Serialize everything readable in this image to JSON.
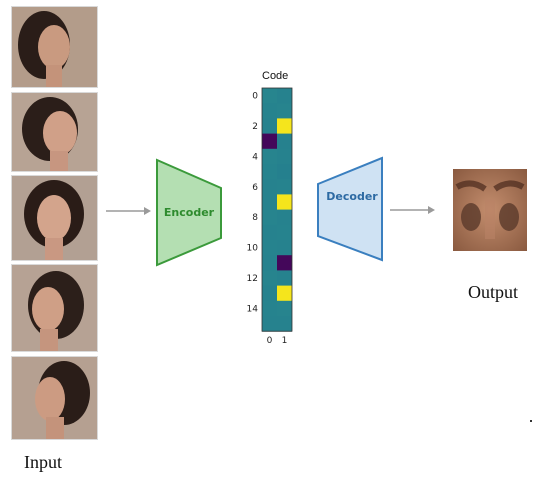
{
  "input_label": "Input",
  "output_label": "Output",
  "encoder_label": "Encoder",
  "decoder_label": "Decoder",
  "code_title": "Code",
  "code_y_ticks": [
    "0",
    "2",
    "4",
    "6",
    "8",
    "10",
    "12",
    "14"
  ],
  "code_x_ticks": [
    "0",
    "1"
  ],
  "code_matrix": [
    [
      0.45,
      0.4
    ],
    [
      0.42,
      0.44
    ],
    [
      0.4,
      1.0
    ],
    [
      0.05,
      0.38
    ],
    [
      0.44,
      0.4
    ],
    [
      0.42,
      0.35
    ],
    [
      0.4,
      0.42
    ],
    [
      0.4,
      1.0
    ],
    [
      0.44,
      0.4
    ],
    [
      0.4,
      0.42
    ],
    [
      0.42,
      0.4
    ],
    [
      0.4,
      0.05
    ],
    [
      0.44,
      0.4
    ],
    [
      0.4,
      1.0
    ],
    [
      0.42,
      0.44
    ],
    [
      0.4,
      0.4
    ]
  ],
  "colors": {
    "encoder_fill": "#b4dfb2",
    "encoder_stroke": "#3b9a3b",
    "encoder_text": "#2e8b2e",
    "decoder_fill": "#cfe2f3",
    "decoder_stroke": "#3a7fbf",
    "decoder_text": "#2d6aa3",
    "arrow": "#9a9a9a"
  },
  "input_images": [
    "face-profile-right",
    "face-three-quarter-right",
    "face-frontal",
    "face-three-quarter-left",
    "face-profile-left"
  ],
  "output_image": "reconstructed-eyes"
}
